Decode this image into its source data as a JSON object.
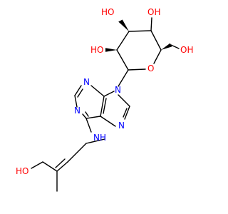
{
  "molecule": {
    "atom_labels": [
      {
        "id": "oh-c4-label",
        "text": "OH",
        "color": "#ff0000"
      },
      {
        "id": "ho-c3-label",
        "text": "HO",
        "color": "#ff0000"
      },
      {
        "id": "ho-c2-label",
        "text": "HO",
        "color": "#ff0000"
      },
      {
        "id": "ring-oxygen-label",
        "text": "O",
        "color": "#ff0000"
      },
      {
        "id": "oh-c6-label",
        "text": "OH",
        "color": "#ff0000"
      },
      {
        "id": "n9-label",
        "text": "N",
        "color": "#0000ff"
      },
      {
        "id": "n3-label",
        "text": "N",
        "color": "#0000ff"
      },
      {
        "id": "n1-label",
        "text": "N",
        "color": "#0000ff"
      },
      {
        "id": "n7-label",
        "text": "N",
        "color": "#0000ff"
      },
      {
        "id": "nh-label",
        "text": "NH",
        "color": "#0000ff"
      },
      {
        "id": "ho-terminal-label",
        "text": "HO",
        "color": "#ff0000"
      }
    ],
    "colors": {
      "bond": "#000000",
      "oxygen": "#ff0000",
      "nitrogen": "#0000ff"
    }
  }
}
